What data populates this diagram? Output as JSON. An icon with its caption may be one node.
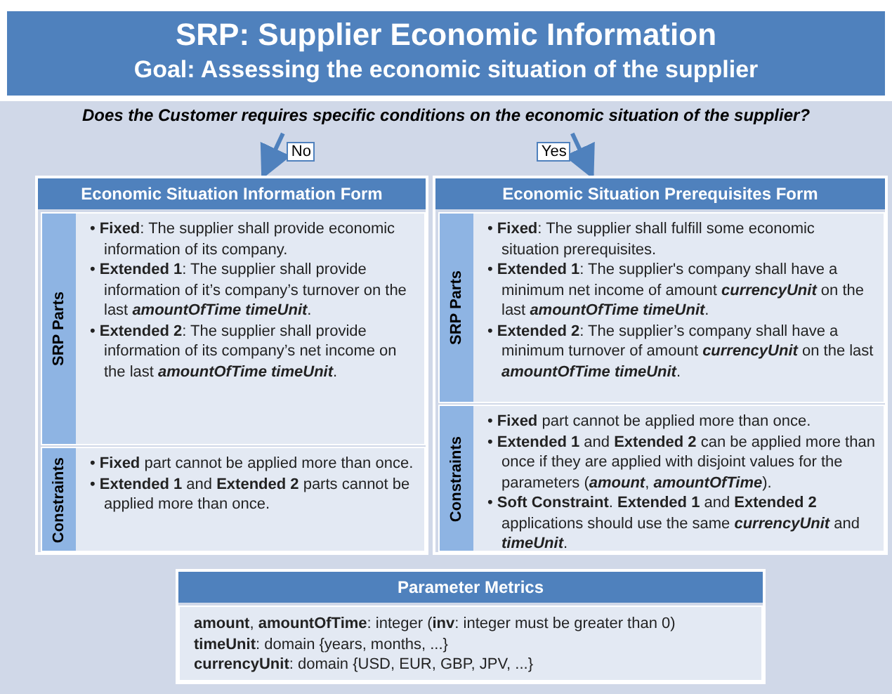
{
  "diagram": {
    "nodes": [
      {
        "text": [
          "SRP: Supplier Economic Information",
          "Goal: Assessing the economic situation of the supplier"
        ]
      },
      {
        "text": [
          "Does the Customer requires specific conditions on the economic situation of the supplier?"
        ]
      },
      {
        "text": [
          "Economic Situation Information Form"
        ]
      },
      {
        "text": [
          "SRP Parts",
          "• **Fixed**: The supplier shall provide economic information of its company.",
          "• **Extended 1**: The supplier shall provide information of it’s company’s turnover on the last *amountOfTime timeUnit*.",
          "• **Extended 2**: The supplier shall provide information of its company’s net income on the last *amountOfTime timeUnit*."
        ],
        "in": 2
      },
      {
        "text": [
          "Constraints",
          "• **Fixed** part cannot be applied more than once.",
          "• **Extended 1** and **Extended 2** parts cannot be applied more than once."
        ],
        "in": 2
      },
      {
        "text": [
          "Economic Situation Prerequisites Form"
        ]
      },
      {
        "text": [
          "SRP Parts",
          "• **Fixed**: The supplier shall fulfill some economic situation prerequisites.",
          "• **Extended 1**: The supplier's company shall have a minimum net income of amount *currencyUnit* on the last *amountOfTime timeUnit*.",
          "• **Extended 2**: The supplier’s company shall have a minimum turnover of amount *currencyUnit* on the last *amountOfTime timeUnit*."
        ],
        "in": 5
      },
      {
        "text": [
          "Constraints",
          "• **Fixed** part cannot be applied more than once.",
          "• **Extended 1** and **Extended 2** can be applied more than once if they are applied with disjoint values for the parameters (*amount*, *amountOfTime*).",
          "• **Soft Constraint**. **Extended 1** and **Extended 2** applications should use the same *currencyUnit* and *timeUnit*."
        ],
        "in": 5
      },
      {
        "text": [
          "Parameter Metrics",
          "**amount**, **amountOfTime**: integer (**inv**: integer must be greater than 0)",
          "**timeUnit**: domain {years, months, ...}",
          "**currencyUnit**: domain {USD, EUR, GBP, JPV, ...}"
        ]
      }
    ],
    "edges": [
      {
        "from": 1,
        "to": 2,
        "arrow": "to",
        "label": "No"
      },
      {
        "from": 1,
        "to": 5,
        "arrow": "to",
        "label": "Yes"
      }
    ]
  }
}
